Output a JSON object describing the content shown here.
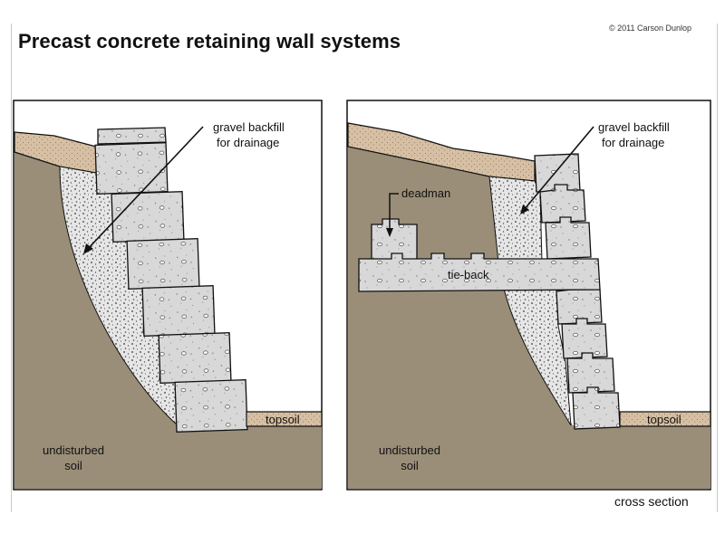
{
  "title": "Precast concrete retaining wall systems",
  "copyright": "© 2011 Carson Dunlop",
  "caption": "cross section",
  "colors": {
    "soil": "#9a8e79",
    "topsoil": "#d6bfa3",
    "concrete": "#d8d8d8",
    "gravel": "#e6e6e6",
    "outline": "#111111"
  },
  "left_panel": {
    "gravel_label_line1": "gravel backfill",
    "gravel_label_line2": "for drainage",
    "topsoil_label": "topsoil",
    "soil_label_line1": "undisturbed",
    "soil_label_line2": "soil"
  },
  "right_panel": {
    "gravel_label_line1": "gravel backfill",
    "gravel_label_line2": "for drainage",
    "deadman_label": "deadman",
    "tieback_label": "tie-back",
    "topsoil_label": "topsoil",
    "soil_label_line1": "undisturbed",
    "soil_label_line2": "soil"
  }
}
